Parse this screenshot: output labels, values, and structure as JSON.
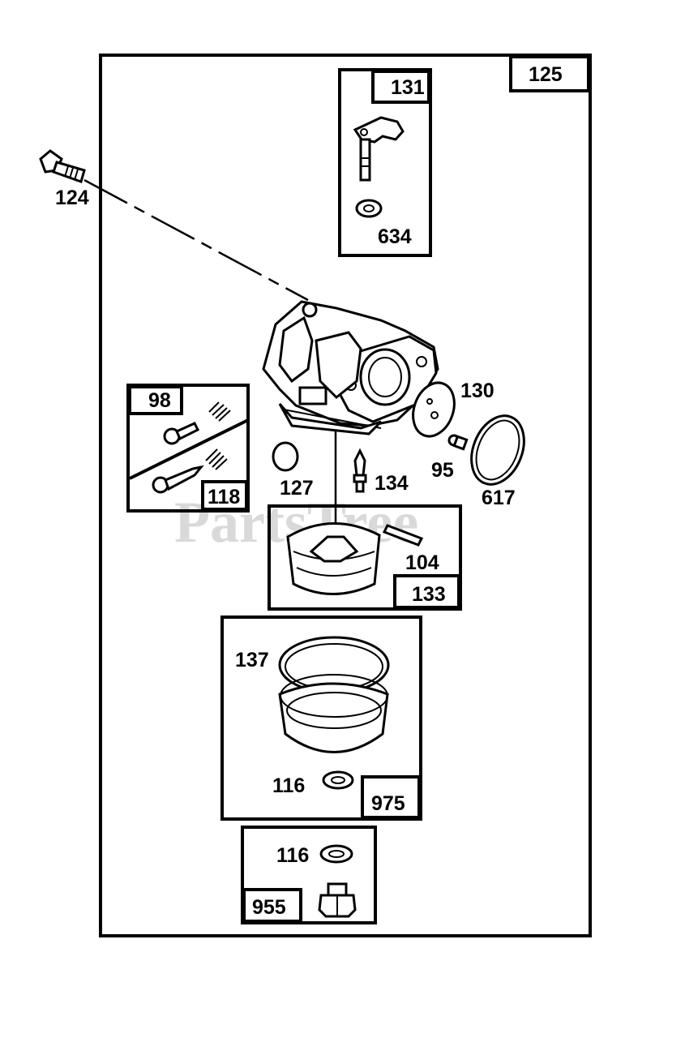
{
  "watermark": "PartsTree",
  "labels": {
    "p125": "125",
    "p131": "131",
    "p634": "634",
    "p124": "124",
    "p98": "98",
    "p118": "118",
    "p130": "130",
    "p95": "95",
    "p617": "617",
    "p127": "127",
    "p134": "134",
    "p104": "104",
    "p133": "133",
    "p137": "137",
    "p116a": "116",
    "p975": "975",
    "p116b": "116",
    "p955": "955"
  }
}
